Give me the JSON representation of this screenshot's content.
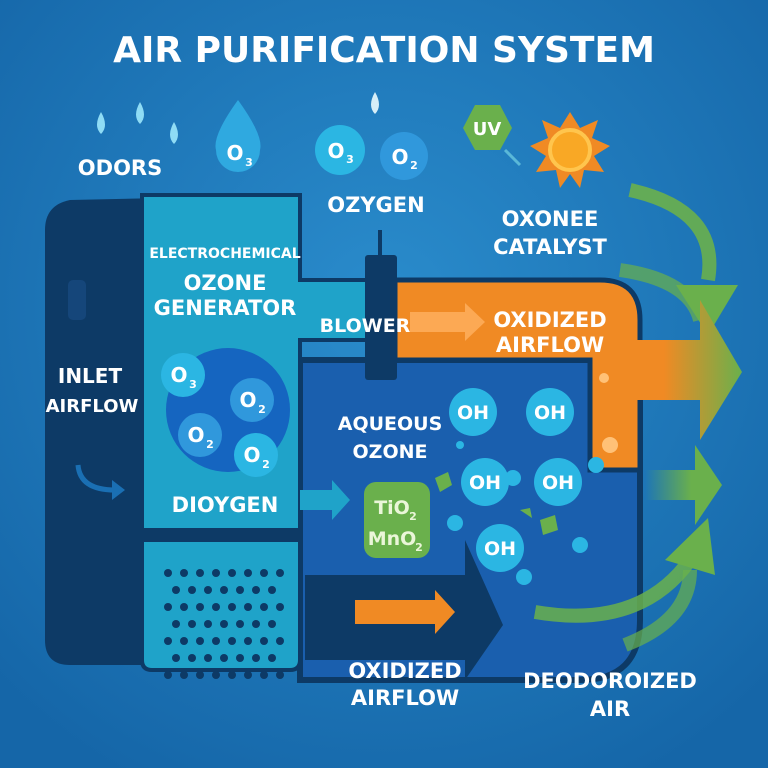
{
  "title": "AIR PURIFICATION SYSTEM",
  "labels": {
    "odors": "ODORS",
    "ozygen": "OZYGEN",
    "uv": "UV",
    "catalyst_line1": "OXONEE",
    "catalyst_line2": "CATALYST",
    "generator_line1": "ELECTROCHEMICAL",
    "generator_line2": "OZONE",
    "generator_line3": "GENERATOR",
    "blower": "BLOWER",
    "oxidized_top_line1": "OXIDIZED",
    "oxidized_top_line2": "AIRFLOW",
    "inlet_line1": "INLET",
    "inlet_line2": "AIRFLOW",
    "dioygen": "DIOYGEN",
    "aqueous_line1": "AQUEOUS",
    "aqueous_line2": "OZONE",
    "catalyst_box_line1": "TiO",
    "catalyst_box_line2": "MnO",
    "oxidized_bottom_line1": "OXIDIZED",
    "oxidized_bottom_line2": "AIRFLOW",
    "deodorized_line1": "DEODOROIZED",
    "deodorized_line2": "AIR"
  },
  "molecules": {
    "drop_o3": {
      "symbol": "O",
      "sub": "3"
    },
    "top_o3": {
      "symbol": "O",
      "sub": "3"
    },
    "top_o2": {
      "symbol": "O",
      "sub": "2"
    },
    "gen": [
      {
        "symbol": "O",
        "sub": "3"
      },
      {
        "symbol": "O",
        "sub": "2"
      },
      {
        "symbol": "O",
        "sub": "2"
      },
      {
        "symbol": "O",
        "sub": "2"
      }
    ],
    "sub2": "2",
    "oh": [
      "OH",
      "OH",
      "OH",
      "OH",
      "OH"
    ]
  },
  "colors": {
    "background": "#1a6fb3",
    "navy": "#0d3a66",
    "teal": "#1fa3c9",
    "orange": "#f08a24",
    "green": "#6ab04c",
    "bubble": "#2bb6e3"
  }
}
